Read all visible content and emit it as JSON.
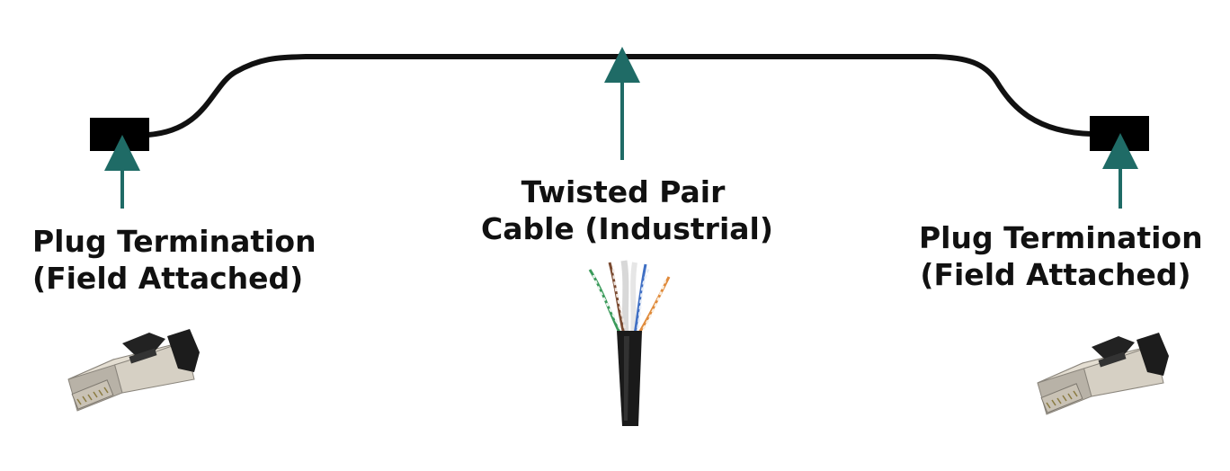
{
  "labels": {
    "left": {
      "line1": "Plug Termination",
      "line2": "(Field Attached)"
    },
    "center": {
      "line1": "Twisted Pair",
      "line2": "Cable (Industrial)"
    },
    "right": {
      "line1": "Plug Termination",
      "line2": "(Field Attached)"
    }
  },
  "colors": {
    "cable": "#111111",
    "connector_block": "#000000",
    "arrow": "#1f6b66",
    "plug_metal": "#c9c2b5",
    "plug_clip": "#222222",
    "jacket": "#1a1a1a",
    "pair_green": "#3a9a5a",
    "pair_brown": "#7a4a30",
    "pair_blue": "#3f6fc4",
    "pair_orange": "#e08a3a"
  }
}
